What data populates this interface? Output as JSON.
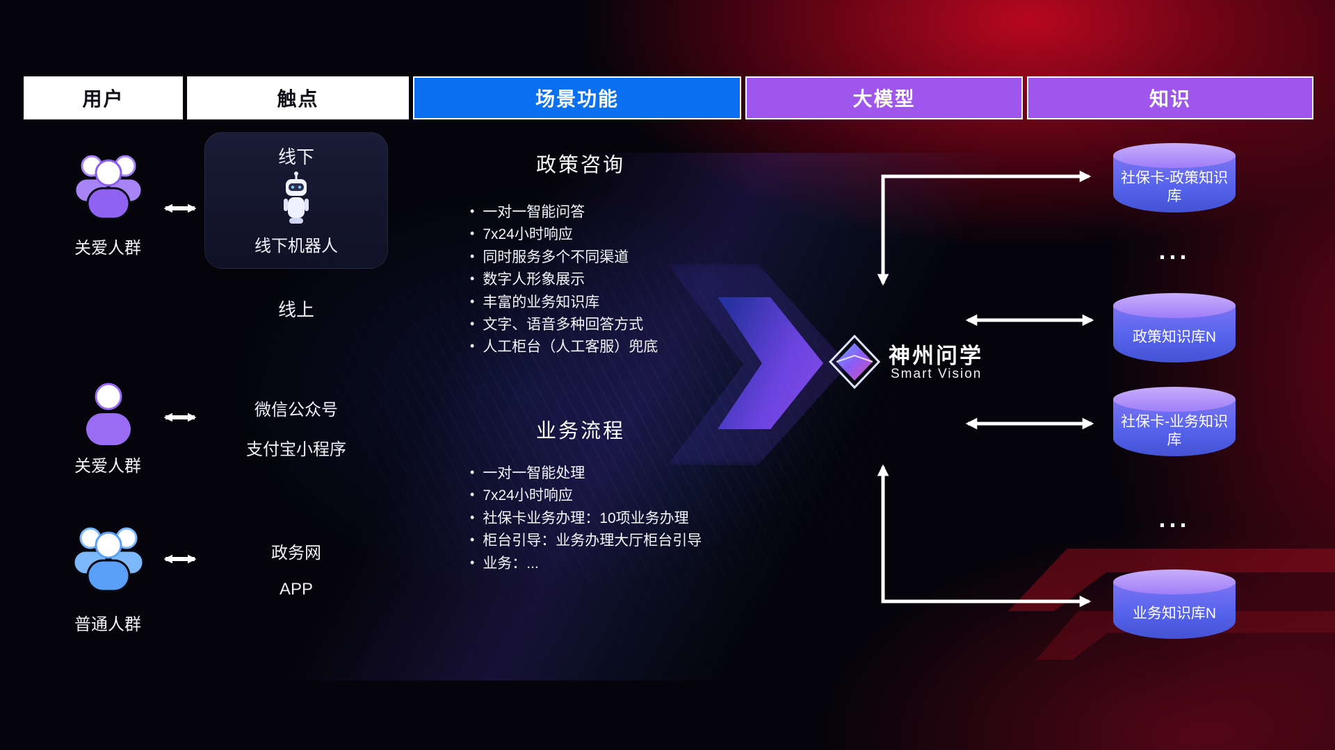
{
  "headers": [
    "用户",
    "触点",
    "场景功能",
    "大模型",
    "知识"
  ],
  "users": [
    {
      "label": "关爱人群",
      "icon": "group-purple"
    },
    {
      "label": "关爱人群",
      "icon": "person-purple"
    },
    {
      "label": "普通人群",
      "icon": "group-blue"
    }
  ],
  "touchpoints": {
    "offline_title": "线下",
    "robot_label": "线下机器人",
    "online_title": "线上",
    "online_channels": [
      "微信公众号",
      "支付宝小程序",
      "政务网",
      "APP"
    ]
  },
  "scenario": {
    "policy": {
      "title": "政策咨询",
      "bullets": [
        "一对一智能问答",
        "7x24小时响应",
        "同时服务多个不同渠道",
        "数字人形象展示",
        "丰富的业务知识库",
        "文字、语音多种回答方式",
        "人工柜台（人工客服）兜底"
      ]
    },
    "business": {
      "title": "业务流程",
      "bullets": [
        "一对一智能处理",
        "7x24小时响应",
        "社保卡业务办理：10项业务办理",
        "柜台引导：业务办理大厅柜台引导",
        "业务：..."
      ]
    }
  },
  "model": {
    "brand": "神州问学",
    "subtitle": "Smart Vision"
  },
  "knowledge": {
    "stores": [
      "社保卡-政策知识库",
      "政策知识库N",
      "社保卡-业务知识库",
      "业务知识库N"
    ],
    "ellipsis": "..."
  },
  "colors": {
    "header_blue": "#0a6ff0",
    "header_purple": "#9e56ec",
    "cylinder_top": "#b59bfa",
    "cylinder_body": "#5563ec",
    "user_purple": "#9a6cf4",
    "user_blue": "#5aa0f8",
    "arrow_white": "#ffffff",
    "bg_red": "#c00820"
  }
}
